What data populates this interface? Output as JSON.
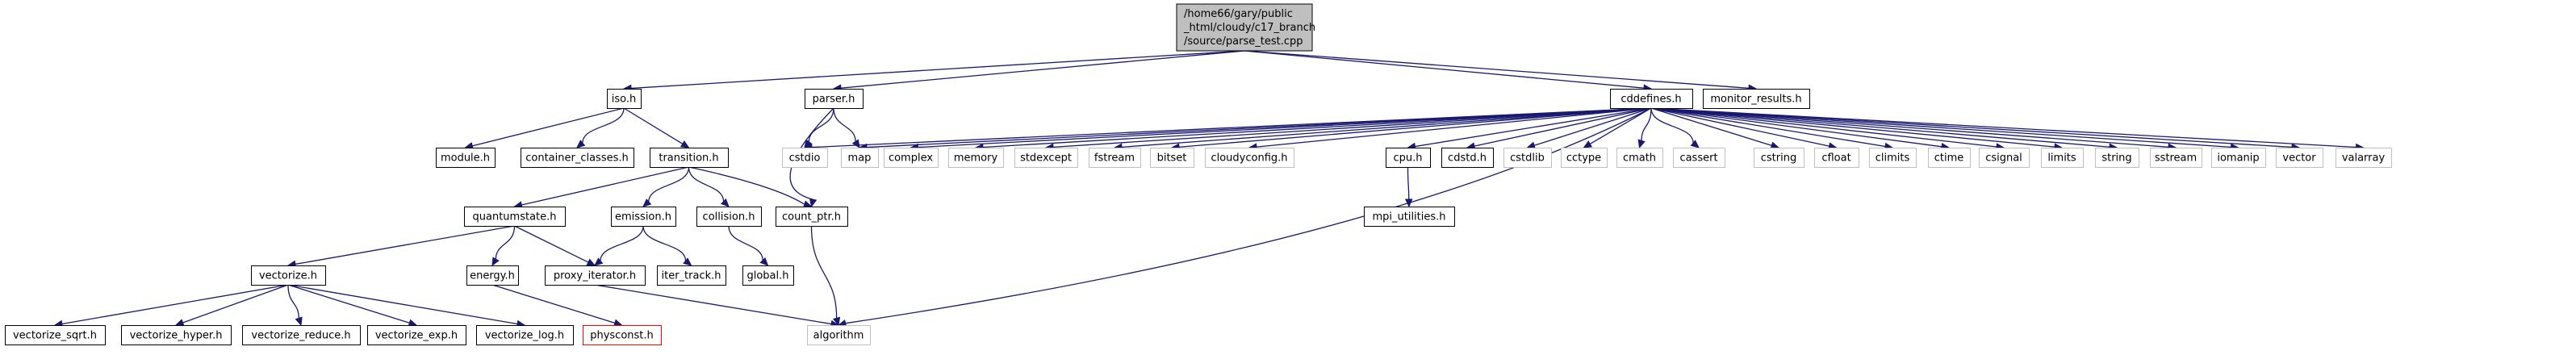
{
  "graph": {
    "root": {
      "lines": [
        "/home66/gary/public",
        "_html/cloudy/c17_branch",
        "/source/parse_test.cpp"
      ]
    },
    "colors": {
      "edge": "#191970",
      "node_border": "#000000",
      "missing_border": "#bfbfbf",
      "error_border": "#ff0000",
      "root_fill": "#bfbfbf",
      "text": "#000000"
    },
    "nodes": [
      {
        "id": "iso",
        "label": "iso.h",
        "style": "normal"
      },
      {
        "id": "parser",
        "label": "parser.h",
        "style": "normal"
      },
      {
        "id": "cddefines",
        "label": "cddefines.h",
        "style": "normal"
      },
      {
        "id": "monitor_results",
        "label": "monitor_results.h",
        "style": "normal"
      },
      {
        "id": "module",
        "label": "module.h",
        "style": "normal"
      },
      {
        "id": "container_classes",
        "label": "container_classes.h",
        "style": "normal"
      },
      {
        "id": "transition",
        "label": "transition.h",
        "style": "normal"
      },
      {
        "id": "cstdio",
        "label": "cstdio",
        "style": "missing"
      },
      {
        "id": "map",
        "label": "map",
        "style": "missing"
      },
      {
        "id": "complex",
        "label": "complex",
        "style": "missing"
      },
      {
        "id": "memory",
        "label": "memory",
        "style": "missing"
      },
      {
        "id": "stdexcept",
        "label": "stdexcept",
        "style": "missing"
      },
      {
        "id": "fstream",
        "label": "fstream",
        "style": "missing"
      },
      {
        "id": "bitset",
        "label": "bitset",
        "style": "missing"
      },
      {
        "id": "cloudyconfig",
        "label": "cloudyconfig.h",
        "style": "missing"
      },
      {
        "id": "cpu",
        "label": "cpu.h",
        "style": "normal"
      },
      {
        "id": "cdstd",
        "label": "cdstd.h",
        "style": "normal"
      },
      {
        "id": "cstdlib",
        "label": "cstdlib",
        "style": "missing"
      },
      {
        "id": "cctype",
        "label": "cctype",
        "style": "missing"
      },
      {
        "id": "cmath",
        "label": "cmath",
        "style": "missing"
      },
      {
        "id": "cassert",
        "label": "cassert",
        "style": "missing"
      },
      {
        "id": "cstring",
        "label": "cstring",
        "style": "missing"
      },
      {
        "id": "cfloat",
        "label": "cfloat",
        "style": "missing"
      },
      {
        "id": "climits",
        "label": "climits",
        "style": "missing"
      },
      {
        "id": "ctime",
        "label": "ctime",
        "style": "missing"
      },
      {
        "id": "csignal",
        "label": "csignal",
        "style": "missing"
      },
      {
        "id": "limits",
        "label": "limits",
        "style": "missing"
      },
      {
        "id": "string",
        "label": "string",
        "style": "missing"
      },
      {
        "id": "sstream",
        "label": "sstream",
        "style": "missing"
      },
      {
        "id": "iomanip",
        "label": "iomanip",
        "style": "missing"
      },
      {
        "id": "vector",
        "label": "vector",
        "style": "missing"
      },
      {
        "id": "valarray",
        "label": "valarray",
        "style": "missing"
      },
      {
        "id": "quantumstate",
        "label": "quantumstate.h",
        "style": "normal"
      },
      {
        "id": "emission",
        "label": "emission.h",
        "style": "normal"
      },
      {
        "id": "collision",
        "label": "collision.h",
        "style": "normal"
      },
      {
        "id": "count_ptr",
        "label": "count_ptr.h",
        "style": "normal"
      },
      {
        "id": "mpi_utilities",
        "label": "mpi_utilities.h",
        "style": "normal"
      },
      {
        "id": "vectorize",
        "label": "vectorize.h",
        "style": "normal"
      },
      {
        "id": "energy",
        "label": "energy.h",
        "style": "normal"
      },
      {
        "id": "proxy_iterator",
        "label": "proxy_iterator.h",
        "style": "normal"
      },
      {
        "id": "iter_track",
        "label": "iter_track.h",
        "style": "normal"
      },
      {
        "id": "global",
        "label": "global.h",
        "style": "normal"
      },
      {
        "id": "vectorize_sqrt",
        "label": "vectorize_sqrt.h",
        "style": "normal"
      },
      {
        "id": "vectorize_hyper",
        "label": "vectorize_hyper.h",
        "style": "normal"
      },
      {
        "id": "vectorize_reduce",
        "label": "vectorize_reduce.h",
        "style": "normal"
      },
      {
        "id": "vectorize_exp",
        "label": "vectorize_exp.h",
        "style": "normal"
      },
      {
        "id": "vectorize_log",
        "label": "vectorize_log.h",
        "style": "normal"
      },
      {
        "id": "physconst",
        "label": "physconst.h",
        "style": "error"
      },
      {
        "id": "algorithm",
        "label": "algorithm",
        "style": "missing"
      }
    ],
    "edges": [
      [
        "root",
        "iso"
      ],
      [
        "root",
        "parser"
      ],
      [
        "root",
        "cddefines"
      ],
      [
        "root",
        "monitor_results"
      ],
      [
        "iso",
        "module"
      ],
      [
        "iso",
        "container_classes"
      ],
      [
        "iso",
        "transition"
      ],
      [
        "parser",
        "cstdio"
      ],
      [
        "parser",
        "map"
      ],
      [
        "parser",
        "count_ptr"
      ],
      [
        "cddefines",
        "cstdio"
      ],
      [
        "cddefines",
        "map"
      ],
      [
        "cddefines",
        "complex"
      ],
      [
        "cddefines",
        "memory"
      ],
      [
        "cddefines",
        "stdexcept"
      ],
      [
        "cddefines",
        "fstream"
      ],
      [
        "cddefines",
        "bitset"
      ],
      [
        "cddefines",
        "cloudyconfig"
      ],
      [
        "cddefines",
        "cpu"
      ],
      [
        "cddefines",
        "cdstd"
      ],
      [
        "cddefines",
        "cstdlib"
      ],
      [
        "cddefines",
        "cctype"
      ],
      [
        "cddefines",
        "cmath"
      ],
      [
        "cddefines",
        "cassert"
      ],
      [
        "cddefines",
        "cstring"
      ],
      [
        "cddefines",
        "cfloat"
      ],
      [
        "cddefines",
        "climits"
      ],
      [
        "cddefines",
        "ctime"
      ],
      [
        "cddefines",
        "csignal"
      ],
      [
        "cddefines",
        "limits"
      ],
      [
        "cddefines",
        "string"
      ],
      [
        "cddefines",
        "sstream"
      ],
      [
        "cddefines",
        "iomanip"
      ],
      [
        "cddefines",
        "vector"
      ],
      [
        "cddefines",
        "valarray"
      ],
      [
        "cddefines",
        "algorithm"
      ],
      [
        "cpu",
        "mpi_utilities"
      ],
      [
        "transition",
        "quantumstate"
      ],
      [
        "transition",
        "emission"
      ],
      [
        "transition",
        "collision"
      ],
      [
        "transition",
        "count_ptr"
      ],
      [
        "quantumstate",
        "vectorize"
      ],
      [
        "quantumstate",
        "energy"
      ],
      [
        "quantumstate",
        "proxy_iterator"
      ],
      [
        "emission",
        "proxy_iterator"
      ],
      [
        "emission",
        "iter_track"
      ],
      [
        "collision",
        "global"
      ],
      [
        "count_ptr",
        "algorithm"
      ],
      [
        "vectorize",
        "vectorize_sqrt"
      ],
      [
        "vectorize",
        "vectorize_hyper"
      ],
      [
        "vectorize",
        "vectorize_reduce"
      ],
      [
        "vectorize",
        "vectorize_exp"
      ],
      [
        "vectorize",
        "vectorize_log"
      ],
      [
        "energy",
        "physconst"
      ],
      [
        "proxy_iterator",
        "algorithm"
      ]
    ]
  }
}
